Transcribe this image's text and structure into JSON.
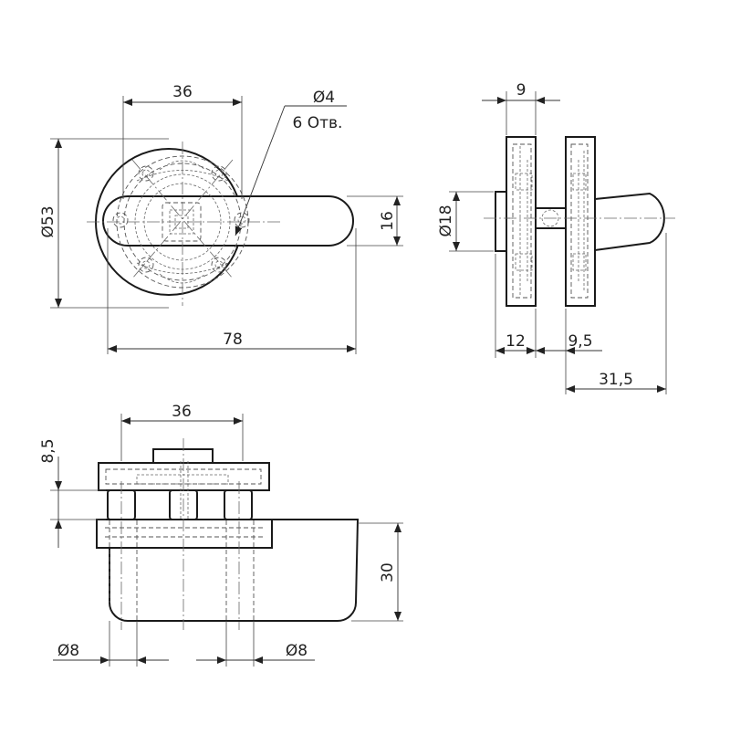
{
  "front_view": {
    "dim_width_top": "36",
    "dim_hole_diameter": "Ø4",
    "dim_hole_count": "6 Отв.",
    "dim_outer_diameter": "Ø53",
    "dim_handle_height": "16",
    "dim_overall_length": "78"
  },
  "side_view": {
    "dim_top": "9",
    "dim_shaft_diameter": "Ø18",
    "dim_left_thickness": "12",
    "dim_right_thickness": "9,5",
    "dim_total_depth": "31,5"
  },
  "top_view": {
    "dim_width": "36",
    "dim_flange_height": "8,5",
    "dim_handle_height": "30",
    "dim_boss_left": "Ø8",
    "dim_boss_right": "Ø8"
  }
}
